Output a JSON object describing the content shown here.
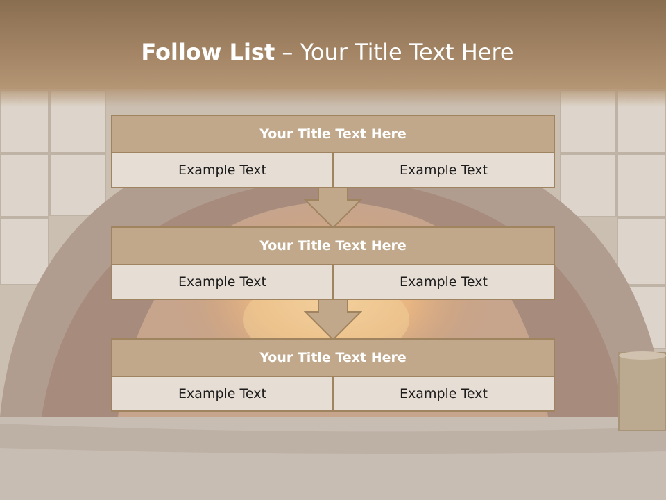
{
  "slide": {
    "title_bold": "Follow List",
    "title_rest": " – Your Title Text Here"
  },
  "blocks": [
    {
      "title": "Your Title Text Here",
      "left_text": "Example Text",
      "right_text": "Example Text"
    },
    {
      "title": "Your Title Text Here",
      "left_text": "Example Text",
      "right_text": "Example Text"
    },
    {
      "title": "Your Title Text Here",
      "left_text": "Example Text",
      "right_text": "Example Text"
    }
  ],
  "colors": {
    "header_fill": "#c1a88a",
    "border": "#a08460",
    "cell_fill": "#e6ddd4",
    "title_text": "#ffffff"
  }
}
